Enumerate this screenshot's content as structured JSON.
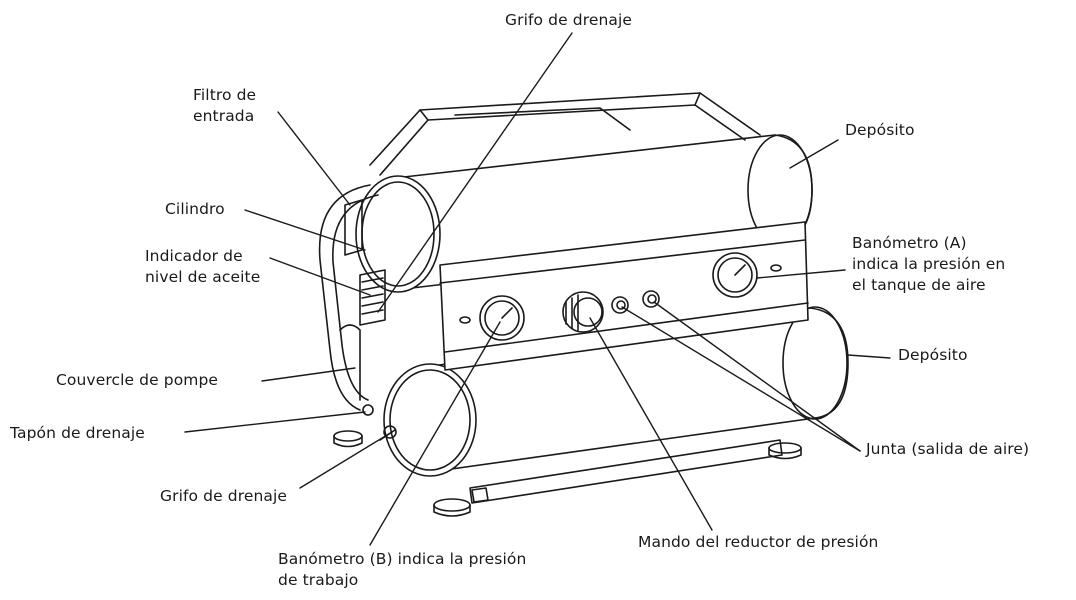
{
  "labels": {
    "grifo_top": "Grifo de drenaje",
    "filtro_line1": "Filtro de",
    "filtro_line2": "entrada",
    "cilindro": "Cilindro",
    "indicador_line1": "Indicador de",
    "indicador_line2": "nivel de aceite",
    "couvercle": "Couvercle de pompe",
    "tapon": "Tapón de drenaje",
    "grifo_bottom": "Grifo de drenaje",
    "banometro_b_line1": "Banómetro (B) indica la presión",
    "banometro_b_line2": "de trabajo",
    "mando": "Mando del reductor de presión",
    "junta": "Junta (salida de aire)",
    "deposito_bottom": "Depósito",
    "banometro_a_line1": "Banómetro (A)",
    "banometro_a_line2": "indica la presión en",
    "banometro_a_line3": "el tanque de aire",
    "deposito_top": "Depósito"
  },
  "colors": {
    "line": "#1a1a1a",
    "background": "#ffffff"
  }
}
